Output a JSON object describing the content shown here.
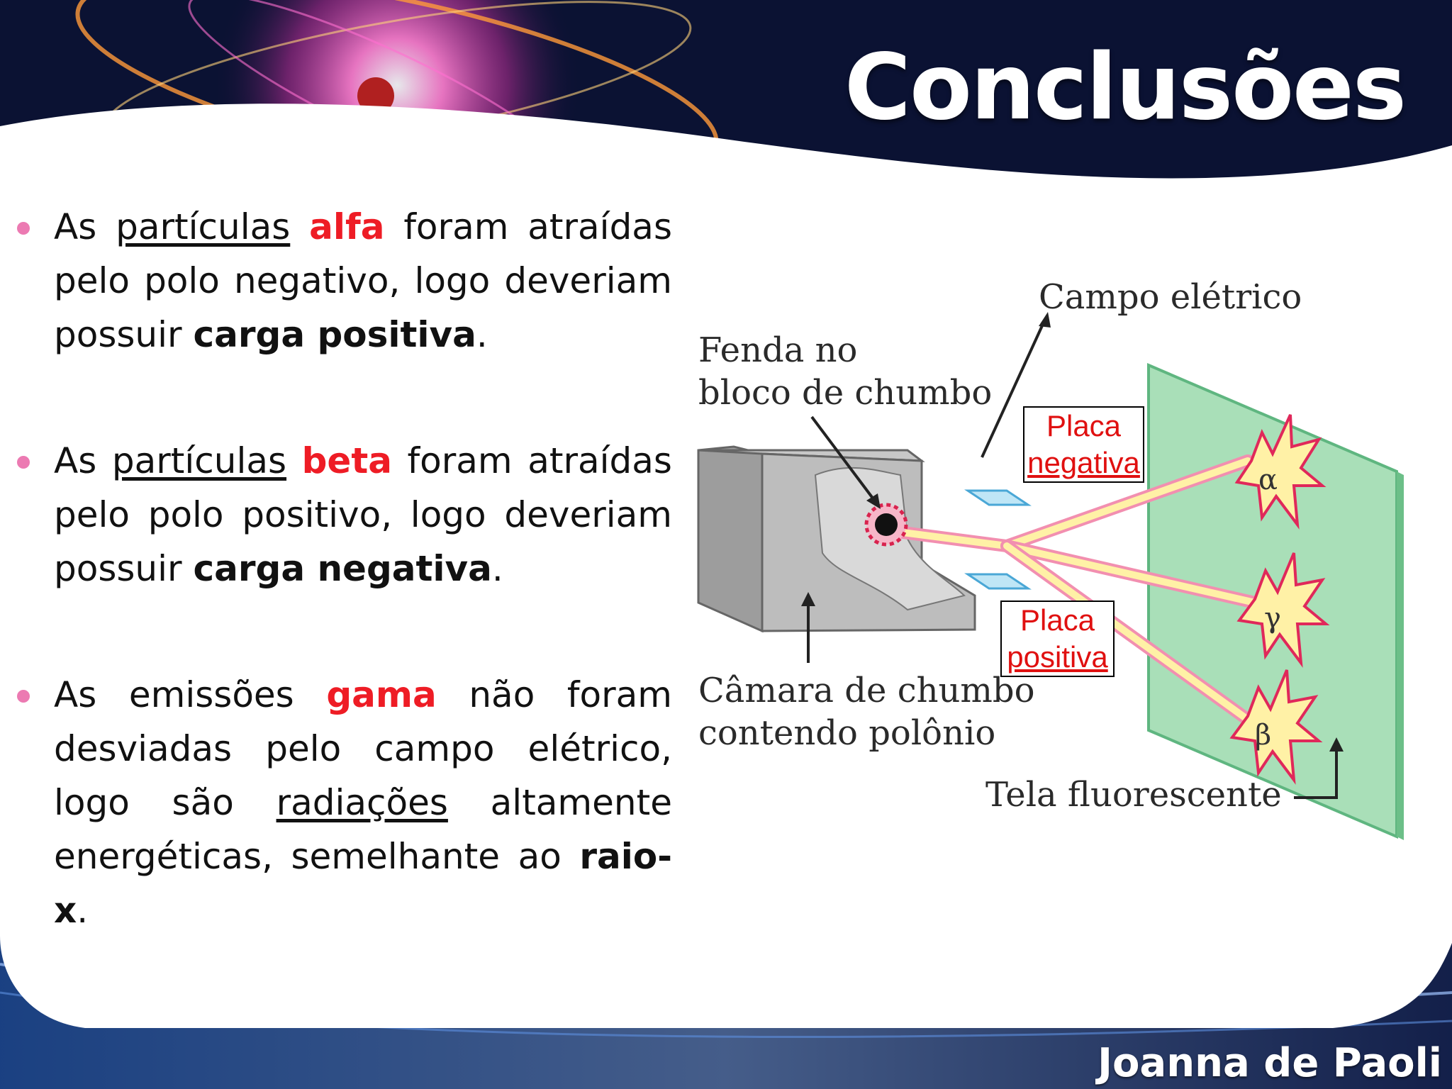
{
  "title": "Conclusões",
  "author": "Joanna de Paoli",
  "bullets": [
    {
      "as": "As",
      "particles": "partículas",
      "name": "alfa",
      "text": "foram atraídas pelo polo negativo, logo deveriam possuir",
      "charge": "carga positiva",
      "end": "."
    },
    {
      "as": "As",
      "particles": "partículas",
      "name": "beta",
      "text": "foram atraídas pelo polo positivo, logo deveriam possuir",
      "charge": "carga negativa",
      "end": "."
    },
    {
      "as": "As emissões",
      "name": "gama",
      "text1": "não foram desviadas pelo campo elétrico, logo são",
      "radiations": "radiações",
      "text2": "altamente energéticas, semelhante ao",
      "xray": "raio-x",
      "end": "."
    }
  ],
  "diagram": {
    "electric_field": "Campo elétrico",
    "slit_line1": "Fenda no",
    "slit_line2": "bloco de chumbo",
    "chamber_line1": "Câmara de chumbo",
    "chamber_line2": "contendo polônio",
    "screen": "Tela fluorescente",
    "negative_plate_line1": "Placa",
    "negative_plate_line2": "negativa",
    "positive_plate_line1": "Placa",
    "positive_plate_line2": "positiva",
    "alpha": "α",
    "gamma": "γ",
    "beta": "β"
  }
}
